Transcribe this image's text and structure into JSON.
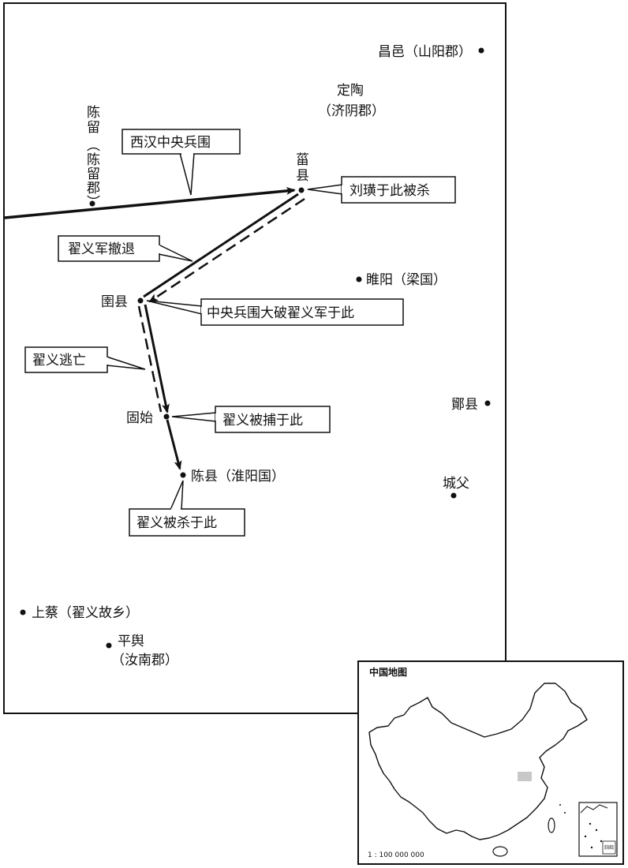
{
  "places": {
    "changyi": "昌邑（山阳郡）",
    "dingtao_1": "定陶",
    "dingtao_2": "（济阴郡）",
    "chenliu_1": "陈留",
    "chenliu_2": "（陈留郡）",
    "zixian_1": "菑",
    "zixian_2": "县",
    "suiyang": "睢阳（梁国）",
    "yuxian": "圉县",
    "maoxian": "鄮县",
    "gushi": "固始",
    "chenxian": "陈县（淮阳国）",
    "chengfu": "城父",
    "shangcai": "上蔡（翟义故乡）",
    "pingyu_1": "平舆",
    "pingyu_2": "（汝南郡）"
  },
  "callouts": {
    "han_army": "西汉中央兵围",
    "liu_xin_killed": "刘璜于此被杀",
    "zhai_retreat": "翟义军撤退",
    "central_victory": "中央兵围大破翟义军于此",
    "zhai_flee": "翟义逃亡",
    "zhai_captured": "翟义被捕于此",
    "zhai_killed": "翟义被杀于此"
  },
  "inset": {
    "title": "中国地图",
    "scale": "1 : 100 000 000",
    "south_sea": "南海诸岛"
  },
  "legend": {
    "han_route": "solid arrow",
    "zhai_route": "dashed arrow"
  }
}
